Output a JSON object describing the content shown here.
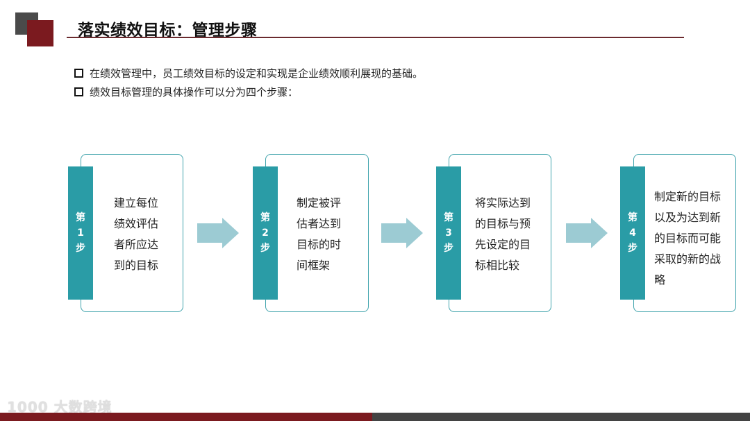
{
  "header": {
    "title": "落实绩效目标：管理步骤"
  },
  "bullets": [
    "在绩效管理中，员工绩效目标的设定和实现是企业绩效顺利展现的基础。",
    "绩效目标管理的具体操作可以分为四个步骤："
  ],
  "steps": [
    {
      "tab": [
        "第",
        "1",
        "步"
      ],
      "lines": [
        "建立每位",
        "绩效评估",
        "者所应达",
        "到的目标"
      ]
    },
    {
      "tab": [
        "第",
        "2",
        "步"
      ],
      "lines": [
        "制定被评",
        "估者达到",
        "目标的时",
        "间框架"
      ]
    },
    {
      "tab": [
        "第",
        "3",
        "步"
      ],
      "lines": [
        "将实际达到",
        "的目标与预",
        "先设定的目",
        "标相比较"
      ]
    },
    {
      "tab": [
        "第",
        "4",
        "步"
      ],
      "lines": [
        "制定新的目标",
        "以及为达到新",
        "的目标而可能",
        "采取的新的战",
        "略"
      ]
    }
  ],
  "icons": {
    "arrow": "right-arrow-icon",
    "bullet": "square-bullet-icon"
  },
  "footer": {
    "watermark": "1000 大数跨境"
  },
  "colors": {
    "brand_red": "#7b1a1f",
    "brand_gray": "#4a4a4a",
    "teal": "#2a9ca6",
    "arrow": "#9ccbd3",
    "footer_gray": "#434343"
  }
}
